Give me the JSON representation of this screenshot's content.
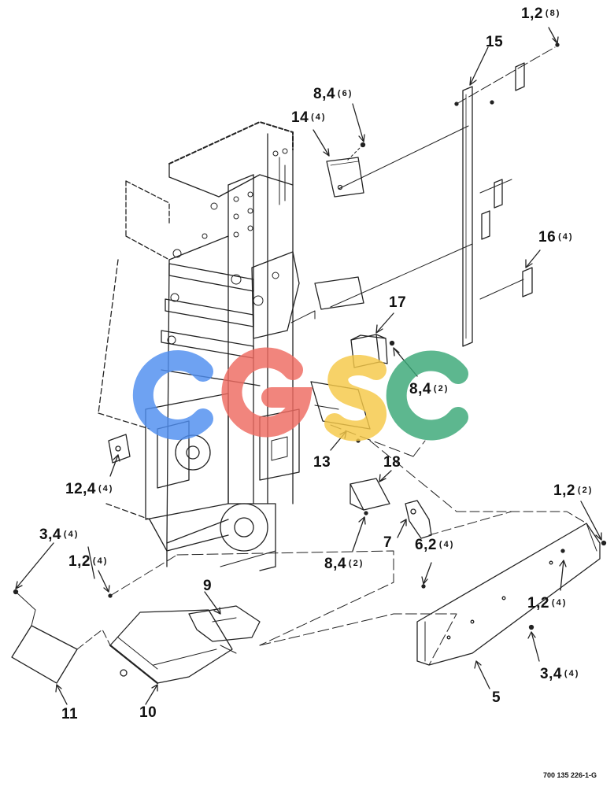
{
  "drawing_number": "700 135 226-1-G",
  "watermark": {
    "text": "CGSC",
    "letters": [
      {
        "char": "C",
        "color": "#4f8ef0"
      },
      {
        "char": "G",
        "color": "#ef6b61"
      },
      {
        "char": "S",
        "color": "#f6c948"
      },
      {
        "char": "C",
        "color": "#3aa877"
      }
    ]
  },
  "callouts": [
    {
      "id": "c-1-2-8",
      "number": "1,2",
      "qty": "(8)"
    },
    {
      "id": "c-15",
      "number": "15",
      "qty": ""
    },
    {
      "id": "c-8-4-6",
      "number": "8,4",
      "qty": "(6)"
    },
    {
      "id": "c-14",
      "number": "14",
      "qty": "(4)"
    },
    {
      "id": "c-16",
      "number": "16",
      "qty": "(4)"
    },
    {
      "id": "c-17",
      "number": "17",
      "qty": ""
    },
    {
      "id": "c-8-4-2a",
      "number": "8,4",
      "qty": "(2)"
    },
    {
      "id": "c-13",
      "number": "13",
      "qty": ""
    },
    {
      "id": "c-18",
      "number": "18",
      "qty": ""
    },
    {
      "id": "c-12-4",
      "number": "12,4",
      "qty": "(4)"
    },
    {
      "id": "c-1-2-2",
      "number": "1,2",
      "qty": "(2)"
    },
    {
      "id": "c-6-2",
      "number": "6,2",
      "qty": "(4)"
    },
    {
      "id": "c-7",
      "number": "7",
      "qty": ""
    },
    {
      "id": "c-8-4-2b",
      "number": "8,4",
      "qty": "(2)"
    },
    {
      "id": "c-3-4-a",
      "number": "3,4",
      "qty": "(4)"
    },
    {
      "id": "c-1-2-4a",
      "number": "1,2",
      "qty": "(4)"
    },
    {
      "id": "c-9",
      "number": "9",
      "qty": ""
    },
    {
      "id": "c-1-2-4b",
      "number": "1,2",
      "qty": "(4)"
    },
    {
      "id": "c-3-4-b",
      "number": "3,4",
      "qty": "(4)"
    },
    {
      "id": "c-11",
      "number": "11",
      "qty": ""
    },
    {
      "id": "c-10",
      "number": "10",
      "qty": ""
    },
    {
      "id": "c-5",
      "number": "5",
      "qty": ""
    }
  ]
}
